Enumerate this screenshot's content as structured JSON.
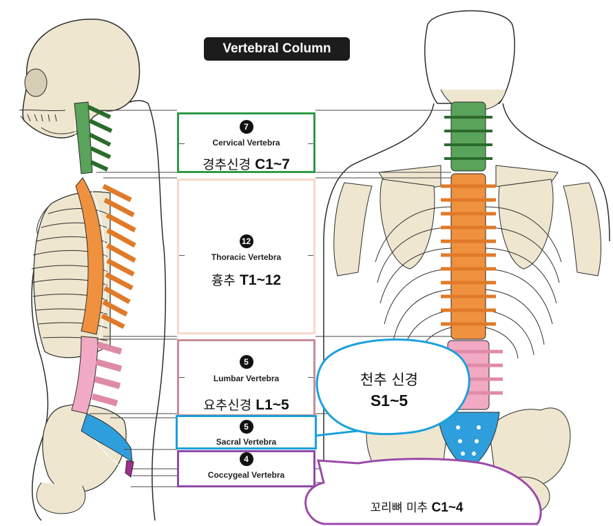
{
  "title": "Vertebral Column",
  "colors": {
    "cervical": "#5aa35a",
    "thoracic": "#f0913f",
    "lumbar": "#f2a9c4",
    "sacral": "#2e9fdc",
    "coccygeal": "#a0308f",
    "bone": "#efe6cf",
    "outline": "#2b2b2b"
  },
  "regions": [
    {
      "id": "cervical",
      "count": "7",
      "name": "Cervical Vertebra",
      "ko_prefix": "경추신경",
      "ko_range": "C1~7",
      "border": "#2e9a46"
    },
    {
      "id": "thoracic",
      "count": "12",
      "name": "Thoracic Vertebra",
      "ko_prefix": "흉추",
      "ko_range": "T1~12",
      "border": "#f7d9cc"
    },
    {
      "id": "lumbar",
      "count": "5",
      "name": "Lumbar Vertebra",
      "ko_prefix": "요추신경",
      "ko_range": "L1~5",
      "border": "#c98a97"
    },
    {
      "id": "sacral",
      "count": "5",
      "name": "Sacral Vertebra",
      "border": "#1aa0dc"
    },
    {
      "id": "coccygeal",
      "count": "4",
      "name": "Coccygeal Vertebra",
      "border": "#8e4aa5"
    }
  ],
  "sacral_bubble": {
    "line1": "천추 신경",
    "line2": "S1~5",
    "color": "#1aa0dc"
  },
  "coccyx_bubble": {
    "prefix": "꼬리뼈 미추",
    "range": "C1~4",
    "color": "#9b4aa8"
  }
}
